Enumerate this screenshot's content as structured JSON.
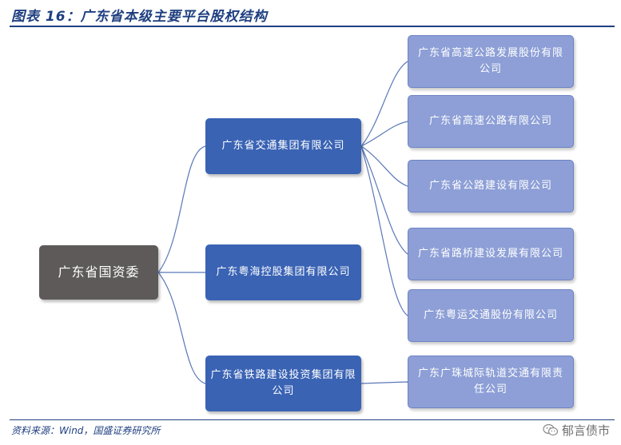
{
  "header": {
    "title": "图表 16：广东省本级主要平台股权结构"
  },
  "footer": {
    "source": "资料来源：Wind，国盛证券研究所",
    "watermark": "郁言债市"
  },
  "diagram": {
    "root": {
      "label": "广东省国资委"
    },
    "subsidiaries": [
      {
        "label": "广东省交通集团有限公司"
      },
      {
        "label": "广东粤海控股集团有限公司"
      },
      {
        "label": "广东省铁路建设投资集团有限公司"
      }
    ],
    "affiliates": [
      {
        "label": "广东省高速公路发展股份有限公司",
        "parent": 0
      },
      {
        "label": "广东省高速公路有限公司",
        "parent": 0
      },
      {
        "label": "广东省公路建设有限公司",
        "parent": 0
      },
      {
        "label": "广东省路桥建设发展有限公司",
        "parent": 0
      },
      {
        "label": "广东粤运交通股份有限公司",
        "parent": 0
      },
      {
        "label": "广东广珠城际轨道交通有限责任公司",
        "parent": 2
      }
    ],
    "colors": {
      "root": "#5e5a5a",
      "subsidiary": "#3a63b4",
      "affiliate": "#8d9fd6",
      "connector": "#5a78b8"
    }
  }
}
